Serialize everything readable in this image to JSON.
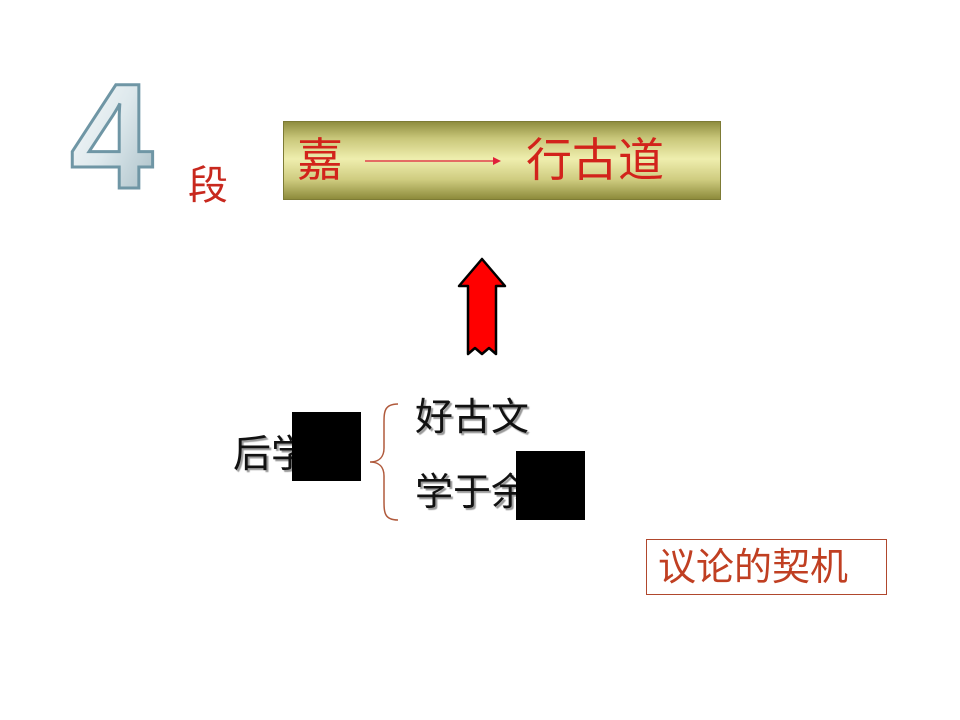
{
  "slide": {
    "number_graphic": "4",
    "section_label": "段",
    "banner": {
      "left_text": "嘉",
      "right_text": "行古道"
    },
    "left_label": "后学",
    "branch_items": [
      "好古文",
      "学于余"
    ],
    "trigger_box": "议论的契机"
  },
  "colors": {
    "accent_red": "#d2231b",
    "banner_olive": "#c9c77a",
    "arrow_red": "#ff0000",
    "box_border": "#b0472d"
  },
  "icons": {
    "banner_arrow": "right-arrow-icon",
    "up_arrow": "up-arrow-icon",
    "brace": "curly-brace-icon"
  }
}
